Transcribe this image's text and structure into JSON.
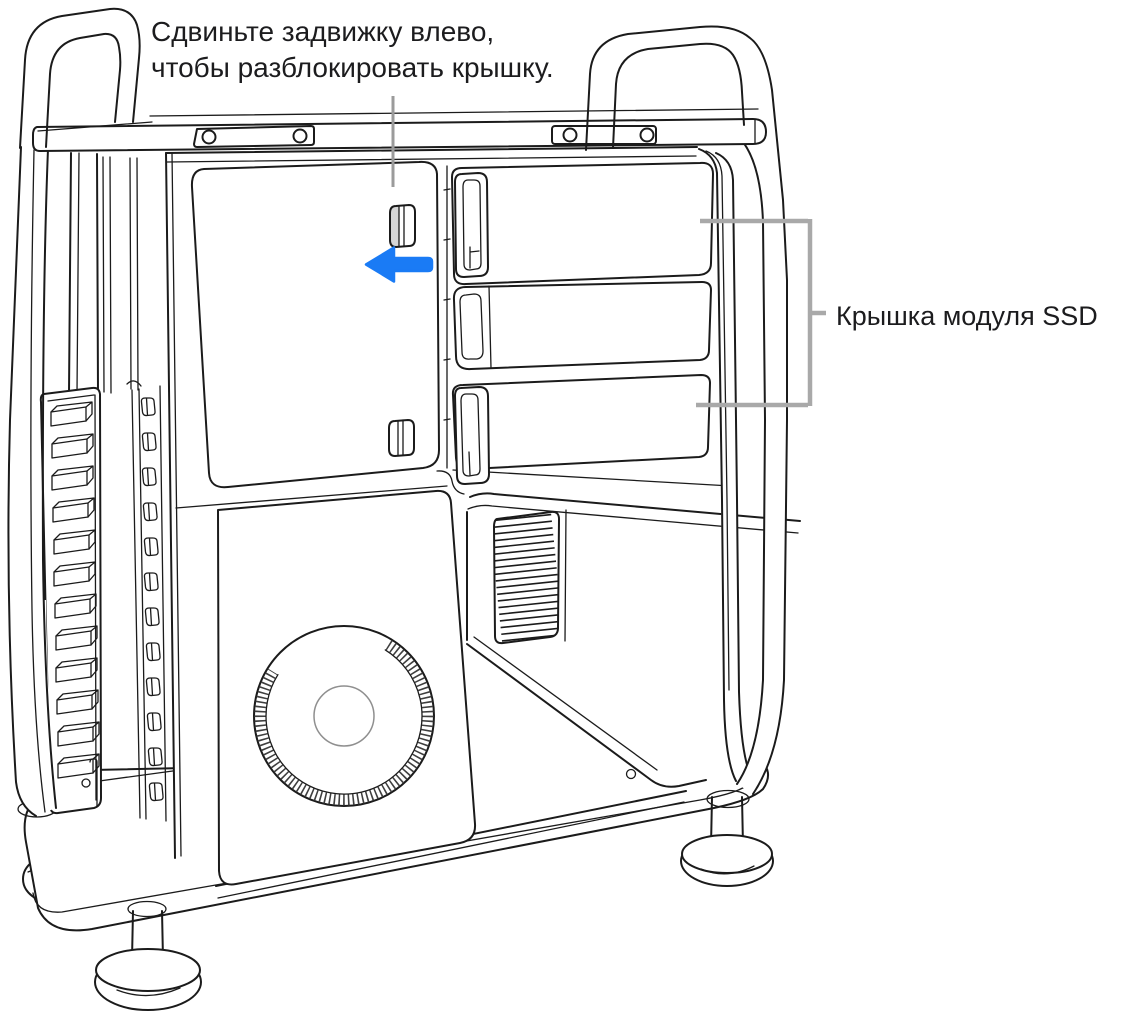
{
  "annotations": {
    "latch_instruction": {
      "line1": "Сдвиньте задвижку влево,",
      "line2": "чтобы разблокировать крышку."
    },
    "ssd_cover_label": "Крышка модуля SSD"
  },
  "colors": {
    "background": "#ffffff",
    "line": "#1b1b1b",
    "panel_gray": "#ebebeb",
    "latch_gray": "#d6d6d6",
    "callout_gray": "#a9a9a9",
    "note_line_gray": "#9b9b9b",
    "arrow_blue": "#1a7bf5",
    "text": "#1c1c1e"
  }
}
